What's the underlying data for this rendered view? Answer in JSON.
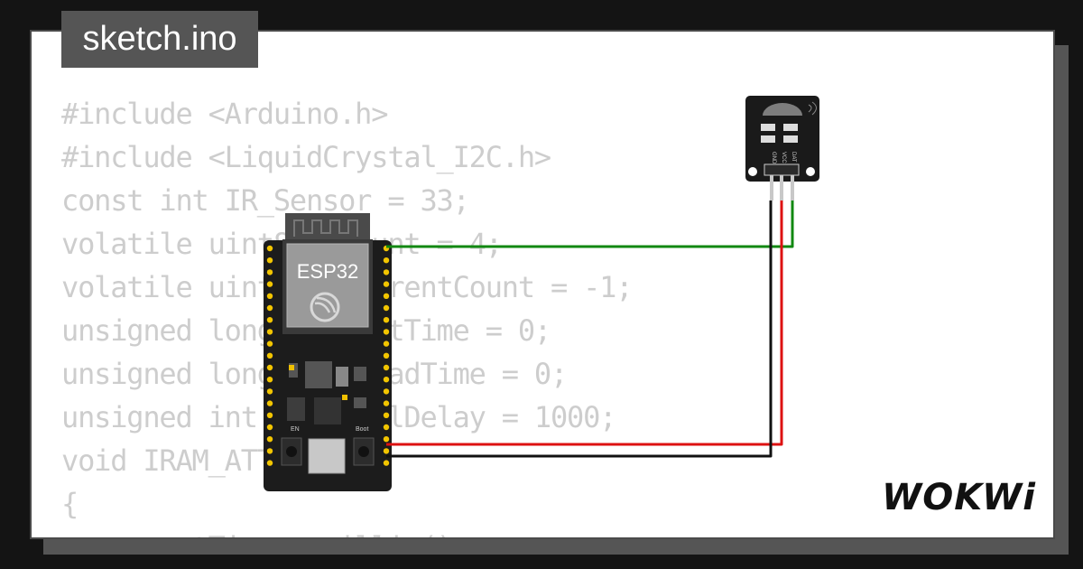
{
  "file_tab": {
    "label": "sketch.ino"
  },
  "code_lines": [
    "#include <Arduino.h>",
    "#include <LiquidCrystal_I2C.h>",
    "const int IR_Sensor = 33;",
    "volatile uint8_t count = 4;",
    "volatile uint8_t currentCount = -1;",
    "unsigned long currentTime = 0;",
    "unsigned long lastReadTime = 0;",
    "unsigned int intervalDelay = 1000;",
    "void IRAM_ATTR isr()",
    "{",
    "  currentTime = millis();"
  ],
  "board": {
    "label": "ESP32",
    "en_label": "EN",
    "boot_label": "Boot"
  },
  "sensor": {
    "pins": [
      "GND",
      "VCC",
      "DAT"
    ]
  },
  "logo": {
    "text": "WOKWi"
  },
  "colors": {
    "background": "#141414",
    "panel": "#ffffff",
    "code": "#cdcdcd",
    "tab": "#555555",
    "wire_signal": "#118811",
    "wire_power": "#dd1111",
    "wire_ground": "#111111"
  }
}
